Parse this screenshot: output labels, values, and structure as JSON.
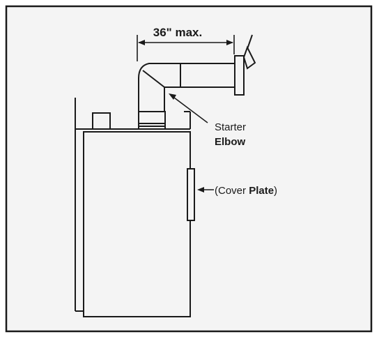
{
  "labels": {
    "dimension": "36\" max.",
    "starter": "Starter",
    "elbow": "Elbow",
    "cover_open": "(Cover ",
    "cover_bold": "Plate",
    "cover_close": ")"
  },
  "colors": {
    "line": "#1a1a1a",
    "panel": "#f4f4f4",
    "background": "#ffffff"
  }
}
